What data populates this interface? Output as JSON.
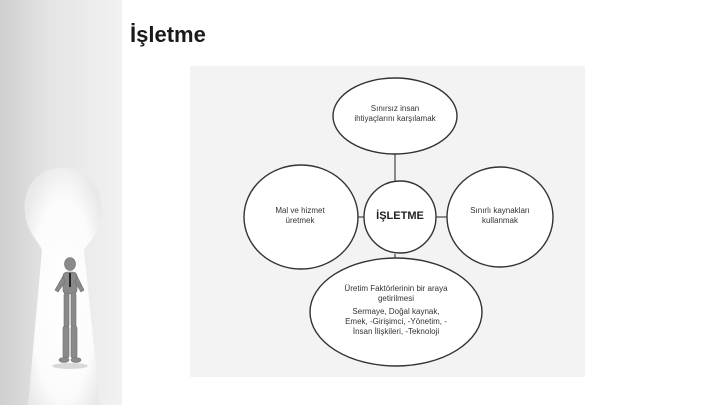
{
  "slide": {
    "title": "İşletme"
  },
  "diagram": {
    "top_lines": [
      "Sınırsız insan",
      "ihtiyaçlarını karşılamak"
    ],
    "left_lines": [
      "Mal ve hizmet",
      "üretmek"
    ],
    "center": "İŞLETME",
    "right_lines": [
      "Sınırlı kaynakları",
      "kullanmak"
    ],
    "bottom_lines": [
      "Üretim Faktörlerinin bir araya",
      "getirilmesi",
      "Sermaye, Doğal kaynak,",
      "Emek, -Girişimci, -Yönetim, -",
      "İnsan İlişkileri, -Teknoloji"
    ]
  },
  "icons": {
    "figure": "keyhole-figure-icon"
  }
}
